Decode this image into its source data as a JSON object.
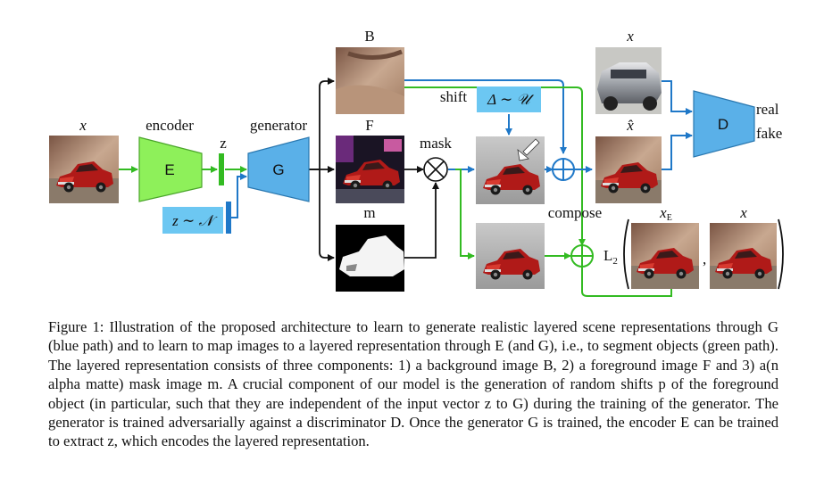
{
  "diagram": {
    "input_x": "x",
    "encoder": {
      "title": "encoder",
      "letter": "E"
    },
    "z": "z",
    "noise": "z ∼ 𝒩",
    "generator": {
      "title": "generator",
      "letter": "G"
    },
    "B": "B",
    "F": "F",
    "m": "m",
    "mask": "mask",
    "shift": "shift",
    "shift_dist": "Δ ∼ 𝒰",
    "compose": "compose",
    "real_x": "x",
    "fake_xhat": "x̂",
    "disc": "D",
    "real": "real",
    "fake": "fake",
    "l2": "L",
    "l2_sub": "2",
    "xE": "x",
    "xE_sub": "E",
    "x_target": "x",
    "comma": ","
  },
  "caption": {
    "text": "Figure 1: Illustration of the proposed architecture to learn to generate realistic layered scene representations through G (blue path) and to learn to map images to a layered representation through E (and G), i.e., to segment objects (green path). The layered representation consists of three components: 1) a background image B, 2) a foreground image F and 3) a(n alpha matte) mask image m. A crucial component of our model is the generation of random shifts p of the foreground object (in particular, such that they are independent of the input vector z to G) during the training of the generator. The generator is trained adversarially against a discriminator D. Once the generator G is trained, the encoder E can be trained to extract z, which encodes the layered representation."
  },
  "colors": {
    "green": "#33bb22",
    "blue": "#1f78c8",
    "box_blue": "#5ab0e8",
    "box_green": "#8ef05a",
    "light_blue": "#6cc7f2"
  }
}
